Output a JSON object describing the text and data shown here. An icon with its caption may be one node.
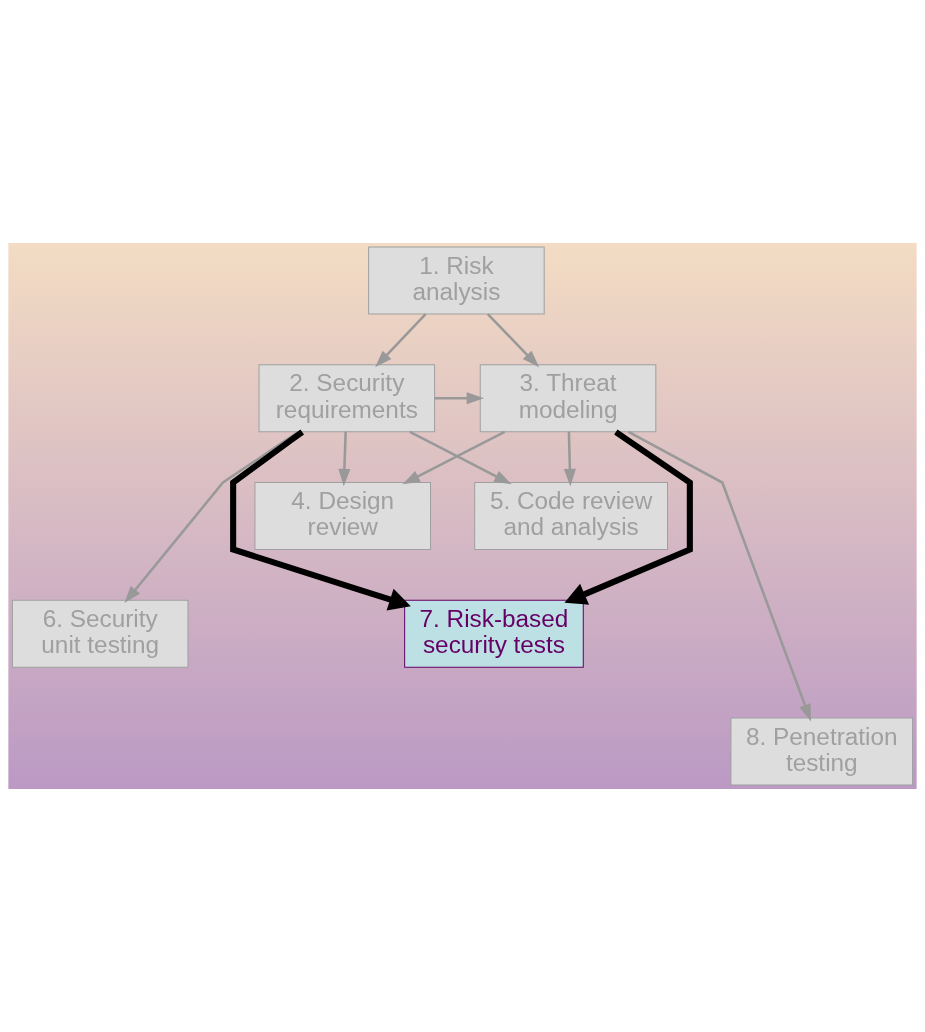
{
  "diagram": {
    "nodes": [
      {
        "text": [
          "1. Risk analysis"
        ]
      },
      {
        "text": [
          "2. Security requirements"
        ]
      },
      {
        "text": [
          "3. Threat modeling"
        ]
      },
      {
        "text": [
          "4. Design review"
        ]
      },
      {
        "text": [
          "5. Code review and analysis"
        ]
      },
      {
        "text": [
          "6. Security unit testing"
        ]
      },
      {
        "text": [
          "7. Risk-based security tests"
        ]
      },
      {
        "text": [
          "8. Penetration testing"
        ]
      }
    ],
    "edges": [
      {
        "from": 0,
        "to": 1,
        "arrow": "to"
      },
      {
        "from": 0,
        "to": 2,
        "arrow": "to"
      },
      {
        "from": 1,
        "to": 2,
        "arrow": "to"
      },
      {
        "from": 1,
        "to": 3,
        "arrow": "to"
      },
      {
        "from": 1,
        "to": 4,
        "arrow": "to"
      },
      {
        "from": 2,
        "to": 3,
        "arrow": "to"
      },
      {
        "from": 2,
        "to": 4,
        "arrow": "to"
      },
      {
        "from": 1,
        "to": 5,
        "arrow": "to"
      },
      {
        "from": 1,
        "to": 6,
        "arrow": "to",
        "style": "thick",
        "color": "#000000"
      },
      {
        "from": 2,
        "to": 6,
        "arrow": "to",
        "style": "thick",
        "color": "#000000"
      },
      {
        "from": 2,
        "to": 7,
        "arrow": "to"
      }
    ]
  }
}
